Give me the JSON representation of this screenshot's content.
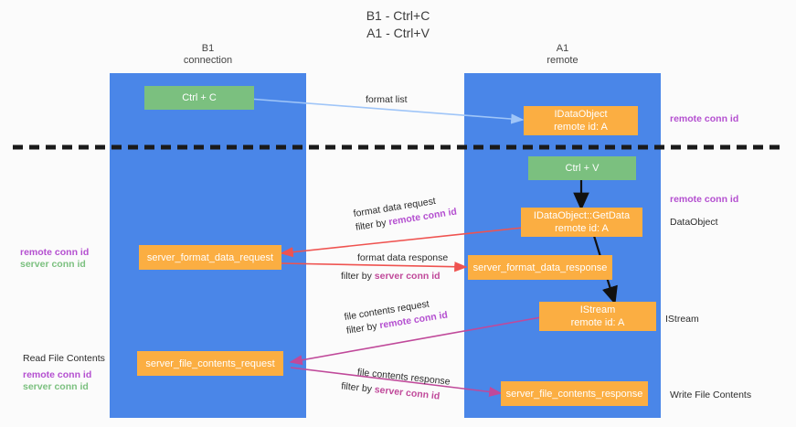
{
  "title": {
    "line1": "B1 - Ctrl+C",
    "line2": "A1 - Ctrl+V"
  },
  "lanes": {
    "left": {
      "name": "B1",
      "role": "connection",
      "color": "#4a86e8"
    },
    "right": {
      "name": "A1",
      "role": "remote",
      "color": "#4a86e8"
    }
  },
  "nodes": {
    "ctrl_c": {
      "label": "Ctrl + C"
    },
    "idataobject": {
      "line1": "IDataObject",
      "line2": "remote id: A"
    },
    "ctrl_v": {
      "label": "Ctrl + V"
    },
    "getdata": {
      "line1": "IDataObject::GetData",
      "line2": "remote id: A"
    },
    "server_format_data_request": {
      "label": "server_format_data_request"
    },
    "server_format_data_response": {
      "label": "server_format_data_response"
    },
    "istream": {
      "line1": "IStream",
      "line2": "remote id: A"
    },
    "server_file_contents_request": {
      "label": "server_file_contents_request"
    },
    "server_file_contents_response": {
      "label": "server_file_contents_response"
    }
  },
  "edges": {
    "format_list": {
      "text": "format list"
    },
    "format_data_request": {
      "text": "format data request",
      "filter_prefix": "filter by ",
      "filter_key": "remote conn id"
    },
    "format_data_response": {
      "text": "format data response",
      "filter_prefix": "filter by ",
      "filter_key": "server conn id"
    },
    "file_contents_request": {
      "text": "file contents request",
      "filter_prefix": "filter by ",
      "filter_key": "remote conn id"
    },
    "file_contents_response": {
      "text": "file contents response",
      "filter_prefix": "filter by ",
      "filter_key": "server conn id"
    }
  },
  "annotations": {
    "right_top_remote_conn_id": "remote conn id",
    "right_mid_remote_conn_id": "remote conn id",
    "right_dataobject": "DataObject",
    "right_istream": "IStream",
    "right_write_file_contents": "Write File Contents",
    "left_remote_conn_id": "remote conn id",
    "left_server_conn_id": "server conn id",
    "left_read_file_contents": "Read File Contents",
    "left_bottom_remote_conn_id": "remote conn id",
    "left_bottom_server_conn_id": "server conn id"
  },
  "colors": {
    "lane": "#4a86e8",
    "node_green": "#7bc07f",
    "node_orange": "#fbae42",
    "purple": "#b44fd0",
    "green_text": "#7bc07f",
    "pink": "#c0499a",
    "red_arrow": "#ef5350",
    "blue_arrow": "#9fc5f8",
    "divider": "#1a1a1a"
  }
}
